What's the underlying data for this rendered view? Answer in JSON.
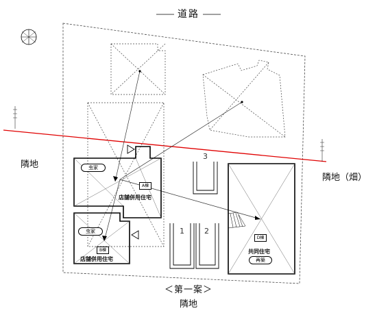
{
  "labels": {
    "road": "道路",
    "neighbor_left": "隣地",
    "neighbor_right": "隣地（畑）",
    "scheme": "＜第一案＞",
    "neighbor_bottom": "隣地"
  },
  "buildings": {
    "a": {
      "house_label": "虫家",
      "building_tag": "A棟",
      "use_label": "店舗併用住宅"
    },
    "b": {
      "house_label": "虫家",
      "building_tag": "B棟",
      "use_label": "店舗併用住宅"
    },
    "d": {
      "building_tag": "D棟",
      "use_label": "共同住宅",
      "badge": "再築"
    }
  },
  "parking": [
    "1",
    "2",
    "3"
  ],
  "colors": {
    "boundary_line": "#e00000",
    "ink": "#000000"
  },
  "icons": {
    "compass": "north-compass-icon",
    "triangle_marker": "triangle-marker-icon",
    "section_marker": "section-marker-icon"
  }
}
